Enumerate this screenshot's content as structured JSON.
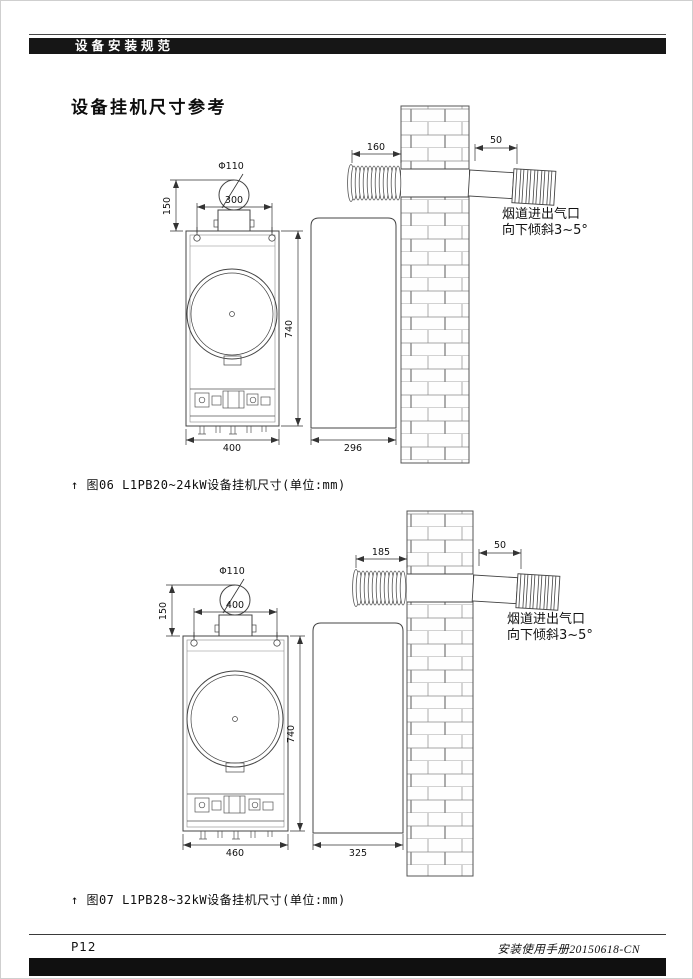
{
  "header": {
    "title": "设备安装规范"
  },
  "page_title": "设备挂机尺寸参考",
  "fig06": {
    "caption": "↑ 图06 L1PB20~24kW设备挂机尺寸(单位:mm)",
    "note_line1": "烟道进出气口",
    "note_line2": "向下倾斜3~5°",
    "dims": {
      "flue_diameter": "Φ110",
      "flue_center_to_top": "150",
      "top_width": "300",
      "body_height": "740",
      "body_width": "400",
      "body_depth": "296",
      "flue_horizontal_run": "160",
      "terminal_extension": "50"
    }
  },
  "fig07": {
    "caption": "↑ 图07 L1PB28~32kW设备挂机尺寸(单位:mm)",
    "note_line1": "烟道进出气口",
    "note_line2": "向下倾斜3~5°",
    "dims": {
      "flue_diameter": "Φ110",
      "flue_center_to_top": "150",
      "top_width": "400",
      "body_height": "740",
      "body_width": "460",
      "body_depth": "325",
      "flue_horizontal_run": "185",
      "terminal_extension": "50"
    }
  },
  "footer": {
    "page_number": "P12",
    "manual_ref": "安装使用手册20150618-CN"
  }
}
